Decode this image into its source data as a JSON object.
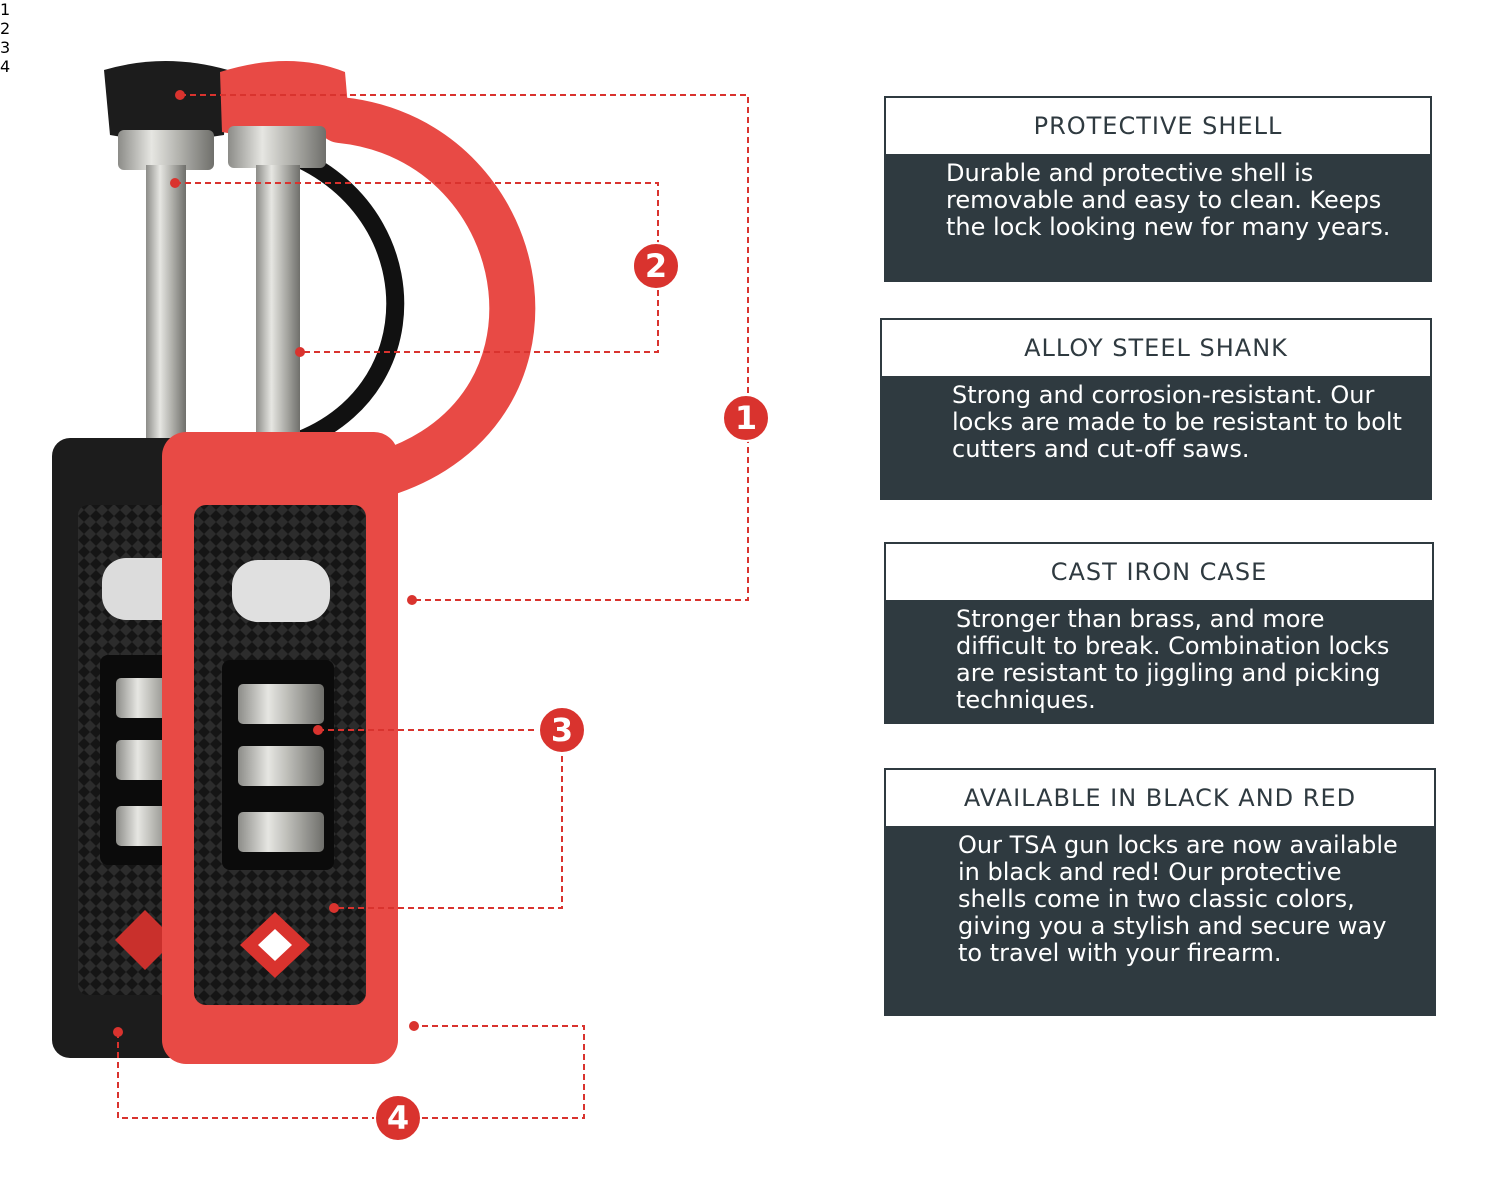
{
  "features": [
    {
      "number": "1",
      "title": "PROTECTIVE SHELL",
      "description": "Durable and protective shell is removable and easy to clean. Keeps the lock looking new for many years."
    },
    {
      "number": "2",
      "title": "ALLOY STEEL SHANK",
      "description": "Strong and corrosion-resistant. Our locks are made to be resistant to bolt cutters and cut-off saws."
    },
    {
      "number": "3",
      "title": "CAST IRON CASE",
      "description": "Stronger than brass, and more difficult to break. Combination locks are resistant to jiggling and picking techniques."
    },
    {
      "number": "4",
      "title": "AVAILABLE IN BLACK AND RED",
      "description": "Our TSA gun locks are now available in black and red! Our protective shells come in two classic colors, giving you a stylish and secure way to travel with your firearm."
    }
  ],
  "callouts": [
    "1",
    "2",
    "3",
    "4"
  ],
  "colors": {
    "accent": "#d9332e",
    "panel": "#2f3a40",
    "lock_red": "#e84a45",
    "lock_black": "#1c1c1c"
  }
}
